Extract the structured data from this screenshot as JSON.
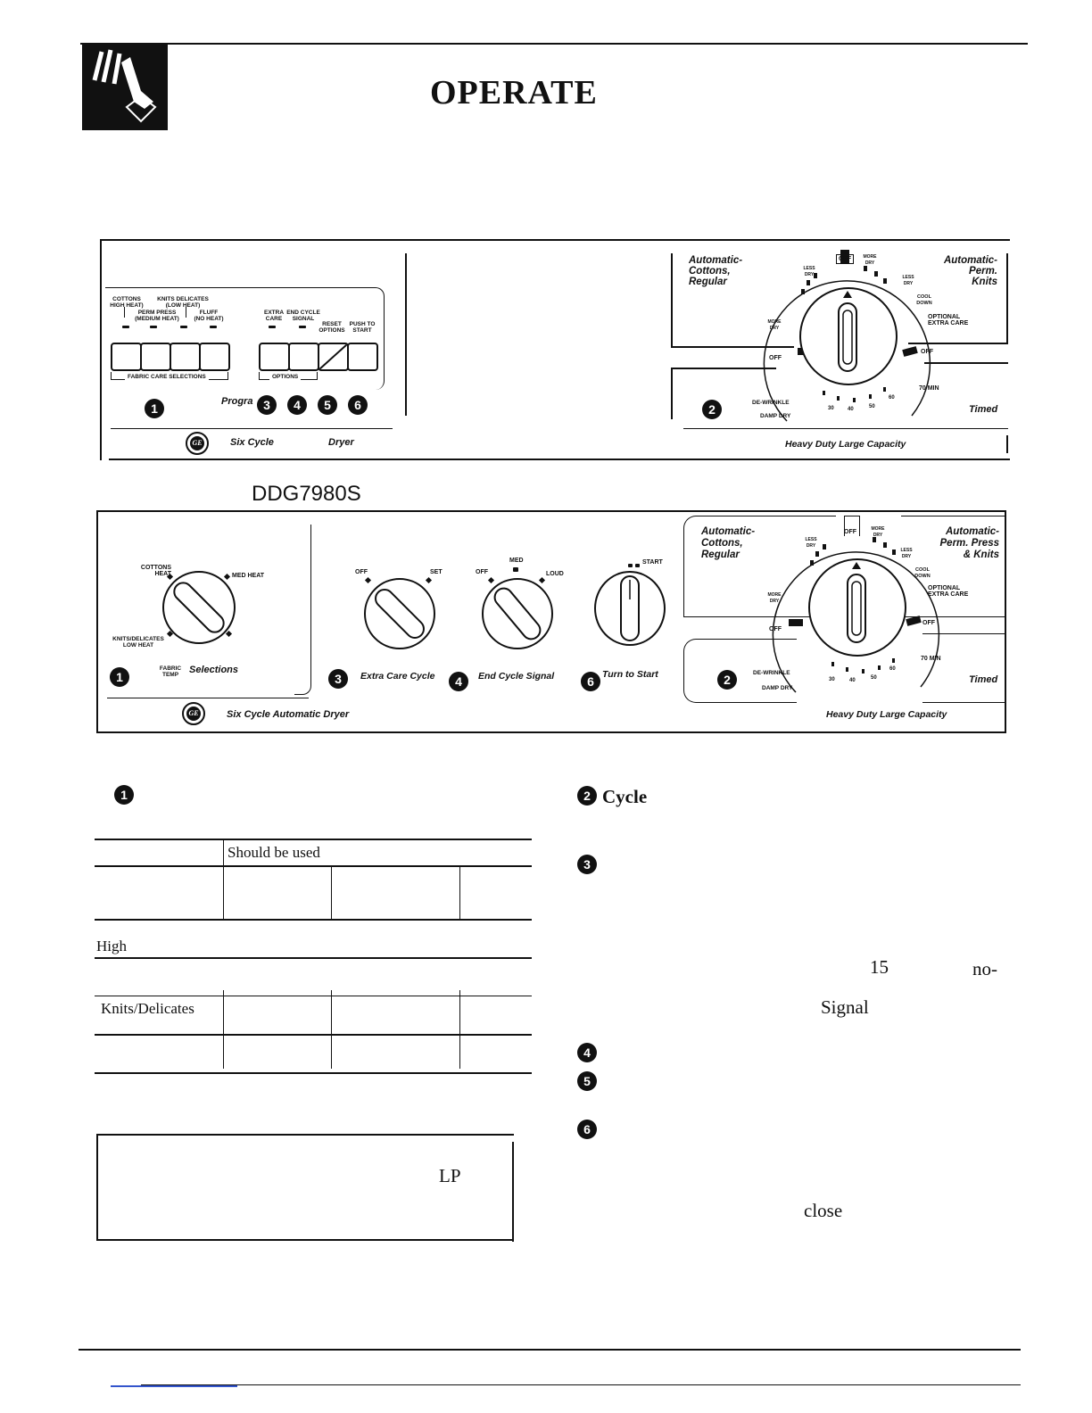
{
  "header": {
    "title": "OPERATE",
    "icon": "pointing-hand-icon"
  },
  "panel1": {
    "heat_labels": {
      "cottons": "COTTONS",
      "high_heat": "HIGH HEAT)",
      "knits": "KNITS DELICATES",
      "low_heat": "(LOW HEAT)",
      "perm_press": "PERM PRESS",
      "medium_heat": "(MEDIUM HEAT)",
      "fluff": "FLUFF",
      "no_heat": "(NO HEAT)",
      "extra": "EXTRA",
      "care": "CARE",
      "end_cycle": "END CYCLE",
      "signal": "SIGNAL",
      "reset": "RESET",
      "options": "OPTIONS",
      "push_to": "PUSH TO",
      "start": "START"
    },
    "fabric_care_selections": "FABRIC CARE SELECTIONS",
    "options_label": "OPTIONS",
    "program_fragment": "Progra",
    "brand_left": "Six Cycle",
    "brand_right": "Dryer",
    "badges": [
      "1",
      "3",
      "4",
      "5",
      "6"
    ]
  },
  "dial1": {
    "auto_left": [
      "Automatic-",
      "Cottons,",
      "Regular"
    ],
    "auto_right": [
      "Automatic-",
      "Perm.",
      "Knits"
    ],
    "off_top": "OFF",
    "more_dry": "MORE DRY",
    "less_dry_left": "LESS DRY",
    "less_dry_right": "LESS DRY",
    "cool_down": "COOL DOWN",
    "optional_extra_care": [
      "OPTIONAL",
      "EXTRA CARE"
    ],
    "off_right": "OFF",
    "off_left": "OFF",
    "more_dry_left": "MORE DRY",
    "min70": "70 MIN",
    "de_wrinkle": "DE-WRINKLE",
    "damp_dry": "DAMP DRY",
    "ticks": [
      "30",
      "40",
      "50",
      "60"
    ],
    "timed": "Timed",
    "badge": "2",
    "caption": "Heavy Duty Large Capacity"
  },
  "model": "DDG7980S",
  "panel2": {
    "cottons": "COTTONS",
    "heat": "HEAT",
    "med_heat": "MED HEAT",
    "knits_delicates": "KNITS/DELICATES",
    "low_heat": "LOW HEAT",
    "fabric": "FABRIC",
    "temp": "TEMP",
    "selections": "Selections",
    "extra_off": "OFF",
    "extra_set": "SET",
    "sig_off": "OFF",
    "sig_med": "MED",
    "sig_loud": "LOUD",
    "start": "START",
    "extra_care_cycle": "Extra Care Cycle",
    "end_cycle_signal": "End Cycle Signal",
    "turn_to_start": "Turn to Start",
    "brand": "Six Cycle Automatic Dryer",
    "badges": [
      "1",
      "3",
      "4",
      "6"
    ]
  },
  "dial2": {
    "auto_left": [
      "Automatic-",
      "Cottons,",
      "Regular"
    ],
    "auto_right": [
      "Automatic-",
      "Perm. Press",
      "& Knits"
    ],
    "timed": "Timed",
    "badge": "2",
    "caption": "Heavy Duty Large Capacity"
  },
  "section_left": {
    "badge": "1",
    "table_header": "Should be used",
    "rows": [
      "High",
      "Knits/Delicates"
    ],
    "box_text": "LP"
  },
  "section_right": {
    "cycle_badge": "2",
    "cycle_label": "Cycle",
    "badges": [
      "3",
      "4",
      "5",
      "6"
    ],
    "n15": "15",
    "no": "no-",
    "signal": "Signal",
    "close": "close"
  }
}
